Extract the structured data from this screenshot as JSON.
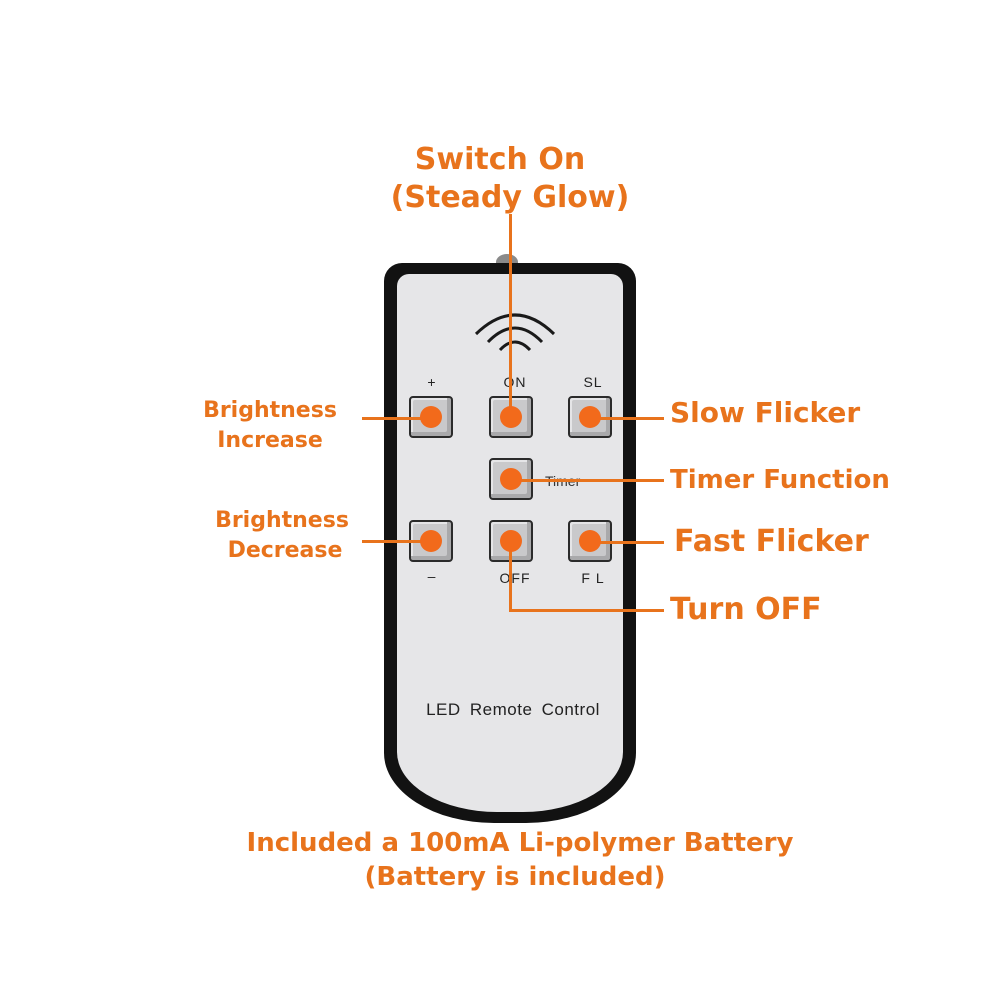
{
  "title": {
    "line1": "Switch On",
    "line2": "(Steady Glow)"
  },
  "remote": {
    "name": "LED Remote Control",
    "buttons": {
      "plus": "+",
      "on": "ON",
      "sl": "SL",
      "timer": "Timer",
      "minus": "–",
      "off": "OFF",
      "fl": "F L"
    }
  },
  "callouts": {
    "brightness_increase": [
      "Brightness",
      "Increase"
    ],
    "brightness_decrease": [
      "Brightness",
      "Decrease"
    ],
    "slow_flicker": "Slow Flicker",
    "timer_function": "Timer Function",
    "fast_flicker": "Fast Flicker",
    "turn_off": "Turn OFF"
  },
  "footer": {
    "line1": "Included a 100mA Li-polymer Battery",
    "line2": "(Battery is included)"
  },
  "colors": {
    "accent": "#e8731c",
    "remote_body": "#121212",
    "remote_face": "#e6e6e8"
  }
}
